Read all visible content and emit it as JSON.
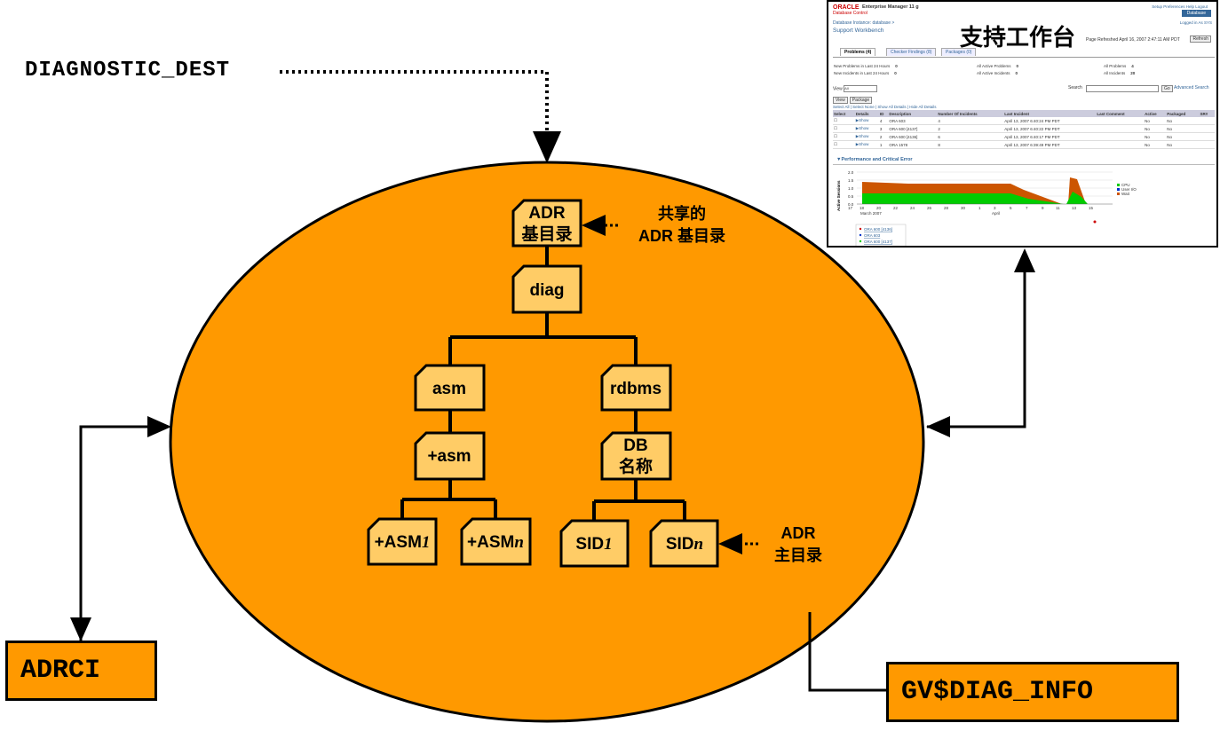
{
  "labels": {
    "diagnostic_dest": "DIAGNOSTIC_DEST",
    "adrci": "ADRCI",
    "gv_diag_info": "GV$DIAG_INFO",
    "shared_base_line1": "共享的",
    "shared_base_line2": "ADR 基目录",
    "adr_home_line1": "ADR",
    "adr_home_line2": "主目录"
  },
  "tree": {
    "adr_base": [
      "ADR",
      "基目录"
    ],
    "diag": "diag",
    "asm": "asm",
    "plus_asm": "+asm",
    "asm1": "+ASM",
    "asm1_suffix": "1",
    "asmn": "+ASM",
    "asmn_suffix": "n",
    "rdbms": "rdbms",
    "dbname": [
      "DB",
      "名称"
    ],
    "sid1": "SID",
    "sid1_suffix": "1",
    "sidn": "SID",
    "sidn_suffix": "n"
  },
  "screenshot": {
    "oracle": "ORACLE",
    "em_title": "Enterprise Manager 11 g",
    "db_control": "Database Control",
    "top_links": "Setup  Preferences  Help  Logout",
    "database_tab": "Database",
    "breadcrumb": "Database Instance: database  >",
    "support_workbench": "Support Workbench",
    "overlay_title": "支持工作台",
    "logged_in": "Logged in As SYS",
    "page_refreshed": "Page Refreshed April 16, 2007 2:47:11 AM PDT",
    "refresh_button": "Refresh",
    "tabs": [
      "Problems (4)",
      "Checker Findings (8)",
      "Packages (0)"
    ],
    "stats": {
      "new_problems_label": "New Problems in Last 24 Hours",
      "new_problems": "0",
      "new_incidents_label": "New Incidents in Last 24 Hours",
      "new_incidents": "0",
      "active_problems_label": "All Active Problems",
      "active_problems": "0",
      "active_incidents_label": "All Active Incidents",
      "active_incidents": "0",
      "all_problems_label": "All Problems",
      "all_problems": "4",
      "all_incidents_label": "All Incidents",
      "all_incidents": "20"
    },
    "view_label": "View",
    "view_value": "All",
    "search_label": "Search",
    "go_button": "Go",
    "advanced_search": "Advanced Search",
    "view_button": "View",
    "package_button": "Package",
    "select_links": "Select All | Select None | Show All Details | Hide All Details",
    "columns": [
      "Select",
      "Details",
      "ID",
      "Description",
      "Number Of Incidents",
      "Last Incident",
      "Last Comment",
      "Active",
      "Packaged",
      "SR#"
    ],
    "rows": [
      {
        "details": "Show",
        "id": "4",
        "description": "ORA 603",
        "incidents": "4",
        "last": "April 13, 2007 6:40:24 PM PDT",
        "active": "No",
        "packaged": "No"
      },
      {
        "details": "Show",
        "id": "3",
        "description": "ORA 600 [4137]",
        "incidents": "2",
        "last": "April 13, 2007 6:40:22 PM PDT",
        "active": "No",
        "packaged": "No"
      },
      {
        "details": "Show",
        "id": "2",
        "description": "ORA 600 [4136]",
        "incidents": "6",
        "last": "April 13, 2007 6:40:17 PM PDT",
        "active": "No",
        "packaged": "No"
      },
      {
        "details": "Show",
        "id": "1",
        "description": "ORA 1578",
        "incidents": "8",
        "last": "April 13, 2007 6:39:49 PM PDT",
        "active": "No",
        "packaged": "No"
      }
    ],
    "perf_title": "▼Performance and Critical Error",
    "chart_ylabel": "Active Sessions",
    "chart_yticks": [
      "2.0",
      "1.5",
      "1.0",
      "0.5",
      "0.0"
    ],
    "chart_xticks": [
      "17",
      "18",
      "20",
      "22",
      "24",
      "26",
      "28",
      "30",
      "1",
      "3",
      "5",
      "7",
      "9",
      "11",
      "13",
      "15"
    ],
    "chart_month1": "March 2007",
    "chart_month2": "April",
    "legend": [
      "CPU",
      "User I/O",
      "Wait"
    ],
    "error_legend": [
      "ORA 600 [4136]",
      "ORA 603",
      "ORA 600 [4137]"
    ]
  },
  "colors": {
    "orange": "#ff9900",
    "node_fill": "#ffcc66",
    "cpu": "#00cc00",
    "userio": "#0033cc",
    "wait": "#cc5500"
  }
}
